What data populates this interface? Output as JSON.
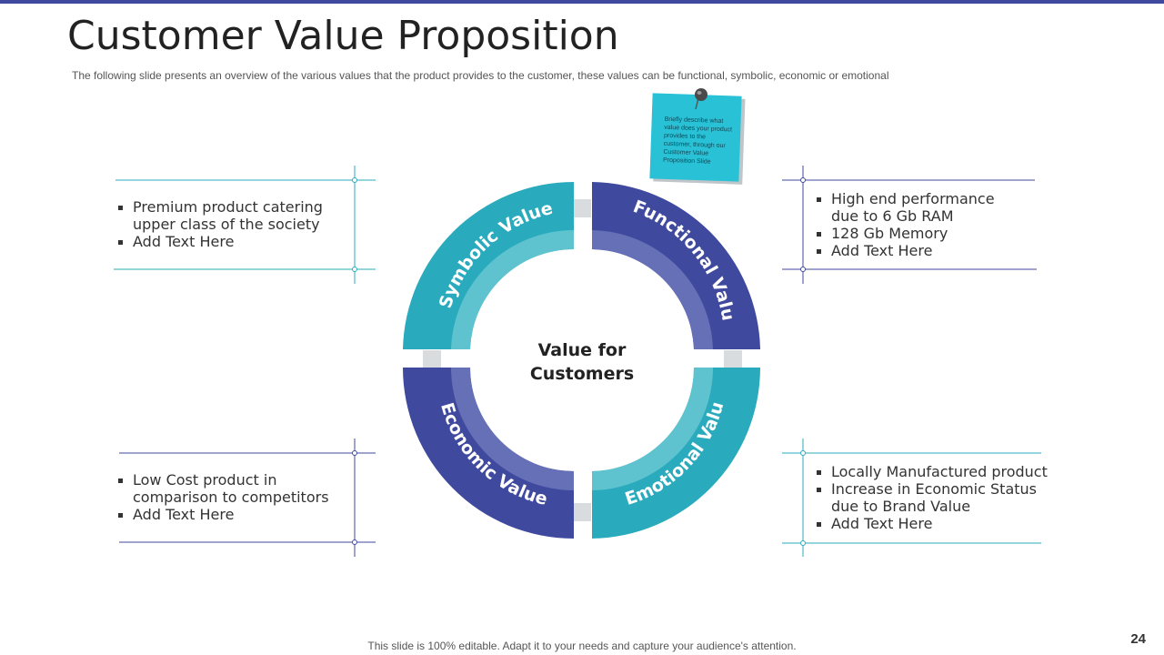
{
  "slide": {
    "title": "Customer Value Proposition",
    "subtitle": "The following  slide presents an overview  of the various  values that the product provides  to the customer, these values  can be functional,  symbolic, economic or emotional",
    "footer": "This slide is 100% editable. Adapt it to your needs and capture your audience's attention.",
    "page_number": "24"
  },
  "note": {
    "text": "Briefly describe what value does your product provides to the customer, through our Customer Value Proposition Slide"
  },
  "center": {
    "line1": "Value for",
    "line2": "Customers"
  },
  "segments": {
    "symbolic": "Symbolic Value",
    "functional": "Functional Value",
    "economic": "Economic Value",
    "emotional": "Emotional Value"
  },
  "boxes": {
    "symbolic": {
      "items": [
        "Premium  product catering upper class of the society",
        "Add Text Here"
      ]
    },
    "functional": {
      "items": [
        "High end performance due to 6 Gb RAM",
        "128 Gb Memory",
        "Add Text Here"
      ]
    },
    "economic": {
      "items": [
        "Low Cost product in comparison to competitors",
        "Add Text Here"
      ]
    },
    "emotional": {
      "items": [
        "Locally Manufactured product",
        "Increase in Economic Status due to Brand Value",
        "Add Text Here"
      ]
    }
  },
  "colors": {
    "teal": "#2aabbd",
    "teal_inner": "#5ec3cf",
    "navy": "#3f4a9e",
    "navy_inner": "#6670b7",
    "gap_gray": "#d9dcde",
    "sticky_note": "#29c1d6"
  }
}
